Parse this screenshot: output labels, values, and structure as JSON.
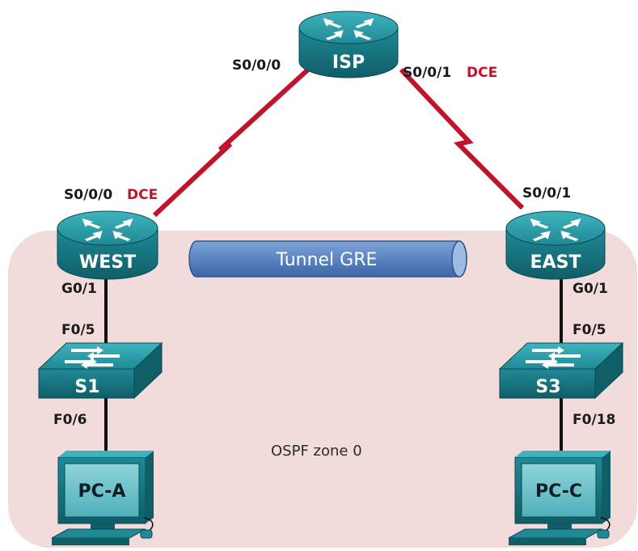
{
  "colors": {
    "zone_fill": "#f2dcdb",
    "serial_link": "#c0142c",
    "ethernet_link": "#111111",
    "device_teal": "#1f8a96",
    "device_dark": "#0f5e68",
    "tunnel_blue": "#5b84c2"
  },
  "devices": {
    "isp": {
      "label": "ISP",
      "icon": "router-icon"
    },
    "west": {
      "label": "WEST",
      "icon": "router-icon"
    },
    "east": {
      "label": "EAST",
      "icon": "router-icon"
    },
    "s1": {
      "label": "S1",
      "icon": "switch-icon"
    },
    "s3": {
      "label": "S3",
      "icon": "switch-icon"
    },
    "pc_a": {
      "label": "PC-A",
      "icon": "pc-icon"
    },
    "pc_c": {
      "label": "PC-C",
      "icon": "pc-icon"
    }
  },
  "interfaces": {
    "isp_s000": "S0/0/0",
    "isp_s001": "S0/0/1",
    "isp_s001_dce": "DCE",
    "west_s000": "S0/0/0",
    "west_s000_dce": "DCE",
    "east_s001": "S0/0/1",
    "west_g01": "G0/1",
    "s1_f05": "F0/5",
    "s1_f06": "F0/6",
    "east_g01": "G0/1",
    "s3_f05": "F0/5",
    "s3_f018": "F0/18"
  },
  "tunnel": {
    "label": "Tunnel GRE"
  },
  "zone": {
    "label": "OSPF zone 0"
  }
}
